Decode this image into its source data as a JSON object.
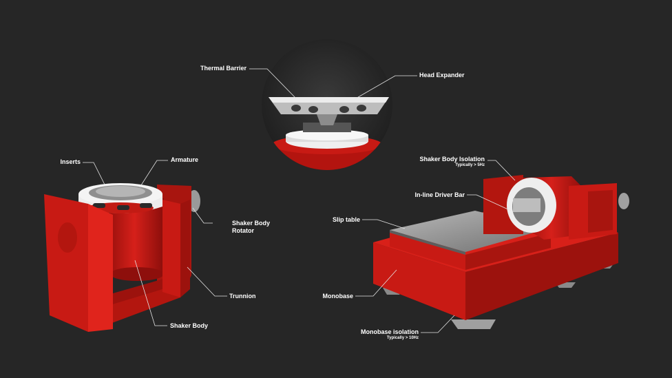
{
  "labels": {
    "thermal_barrier": "Thermal Barrier",
    "head_expander": "Head Expander",
    "inserts": "Inserts",
    "armature": "Armature",
    "shaker_body_rotator_line1": "Shaker Body",
    "shaker_body_rotator_line2": "Rotator",
    "trunnion": "Trunnion",
    "shaker_body": "Shaker Body",
    "shaker_body_isolation": "Shaker Body Isolation",
    "shaker_body_isolation_note": "Typically > 5Hz",
    "inline_driver_bar": "In-line Driver Bar",
    "slip_table": "Slip table",
    "monobase": "Monobase",
    "monobase_isolation": "Monobase isolation",
    "monobase_isolation_note": "Typically > 10Hz"
  },
  "colors": {
    "background": "#262626",
    "machine_red": "#c81a14",
    "machine_red_dark": "#8e0f0c",
    "metal": "#d8d8d8",
    "leader_line": "#e6e6e6"
  }
}
